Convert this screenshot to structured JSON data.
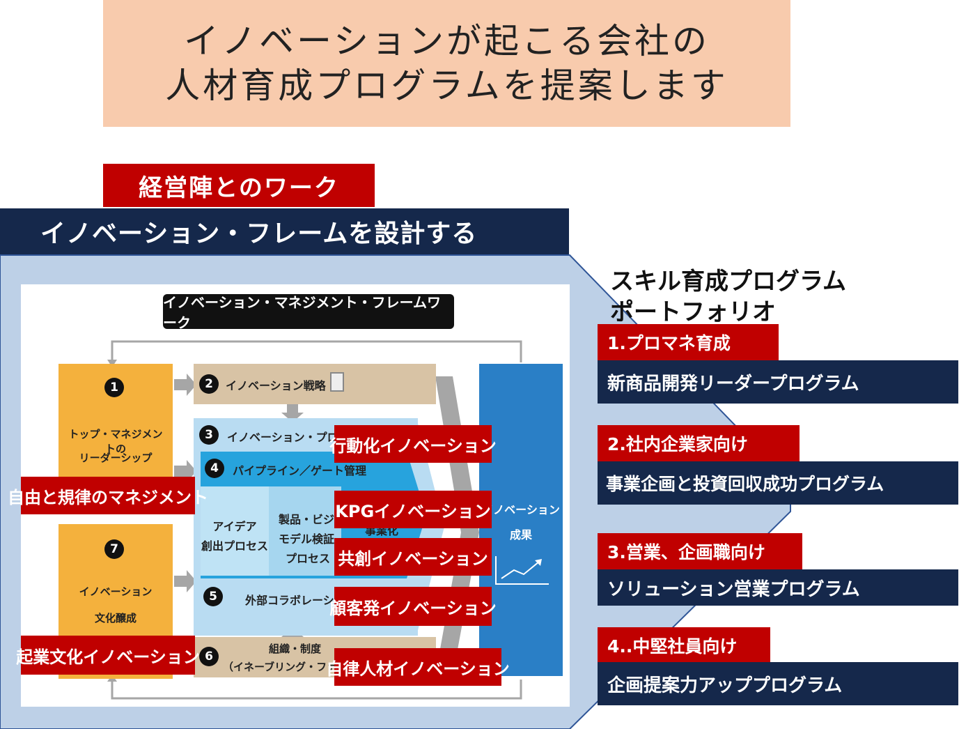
{
  "title": {
    "line1": "イノベーションが起こる会社の",
    "line2": "人材育成プログラムを提案します"
  },
  "left": {
    "tag": "経営陣とのワーク",
    "header": "イノベーション・フレームを設計する"
  },
  "framework": {
    "title": "イノベーション・マネジメント・フレームワーク",
    "box1": {
      "num": "1",
      "line1": "トップ・マネジメントの",
      "line2": "リーダーシップ"
    },
    "box7": {
      "num": "7",
      "line1": "イノベーション",
      "line2": "文化醸成"
    },
    "box2": {
      "num": "2",
      "label": "イノベーション戦略"
    },
    "box3": {
      "num": "3",
      "label": "イノベーション・プロ"
    },
    "box4": {
      "num": "4",
      "label": "パイプライン／ゲート管理"
    },
    "idea": {
      "line1": "アイデア",
      "line2": "創出プロセス"
    },
    "model": {
      "line1": "製品・ビジ",
      "line2": "モデル検証",
      "line3": "プロセス"
    },
    "biz": "事業化",
    "box5": {
      "num": "5",
      "label": "外部コラボレーショ"
    },
    "box6": {
      "num": "6",
      "line1": "組織・制度",
      "line2": "（イネーブリング・ファ"
    },
    "result": {
      "line1": "イノベーション",
      "line2": "成果"
    }
  },
  "overlays": [
    "行動化イノベーション",
    "自由と規律のマネジメント",
    "KPGイノベーション",
    "共創イノベーション",
    "顧客発イノベーション",
    "起業文化イノベーション",
    "自律人材イノベーション"
  ],
  "right": {
    "heading_line1": "スキル育成プログラム",
    "heading_line2": "ポートフォリオ",
    "items": [
      {
        "tag": "1.プロマネ育成",
        "program": "新商品開発リーダープログラム"
      },
      {
        "tag": "2.社内企業家向け",
        "program": "事業企画と投資回収成功プログラム"
      },
      {
        "tag": "3.営業、企画職向け",
        "program": "ソリューション営業プログラム"
      },
      {
        "tag": "4..中堅社員向け",
        "program": "企画提案力アッププログラム"
      }
    ]
  },
  "colors": {
    "accent_red": "#c00000",
    "navy": "#15284b",
    "peach": "#f8cbad",
    "light_blue_frame": "#bdd0e7",
    "orange": "#f4b13d",
    "blue": "#2a7fc6"
  }
}
